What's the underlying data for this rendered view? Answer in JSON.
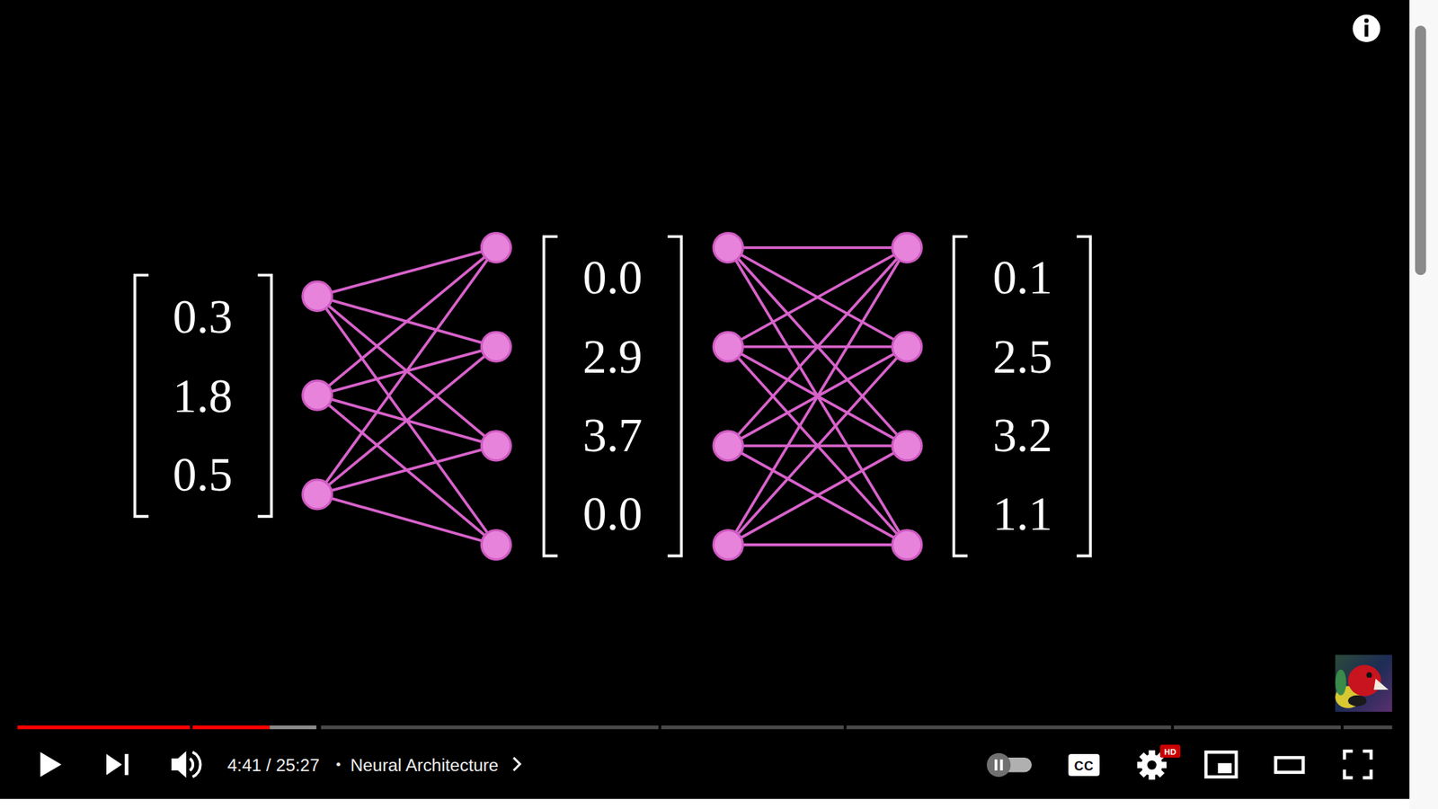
{
  "diagram": {
    "labels": [
      "0.3",
      "1.8",
      "0.5",
      "0.0",
      "2.9",
      "3.7",
      "0.0",
      "0.1",
      "2.5",
      "3.2",
      "1.1",
      "4:41 / 25:27",
      "•",
      "Neural Architecture",
      "CC",
      "HD"
    ]
  }
}
